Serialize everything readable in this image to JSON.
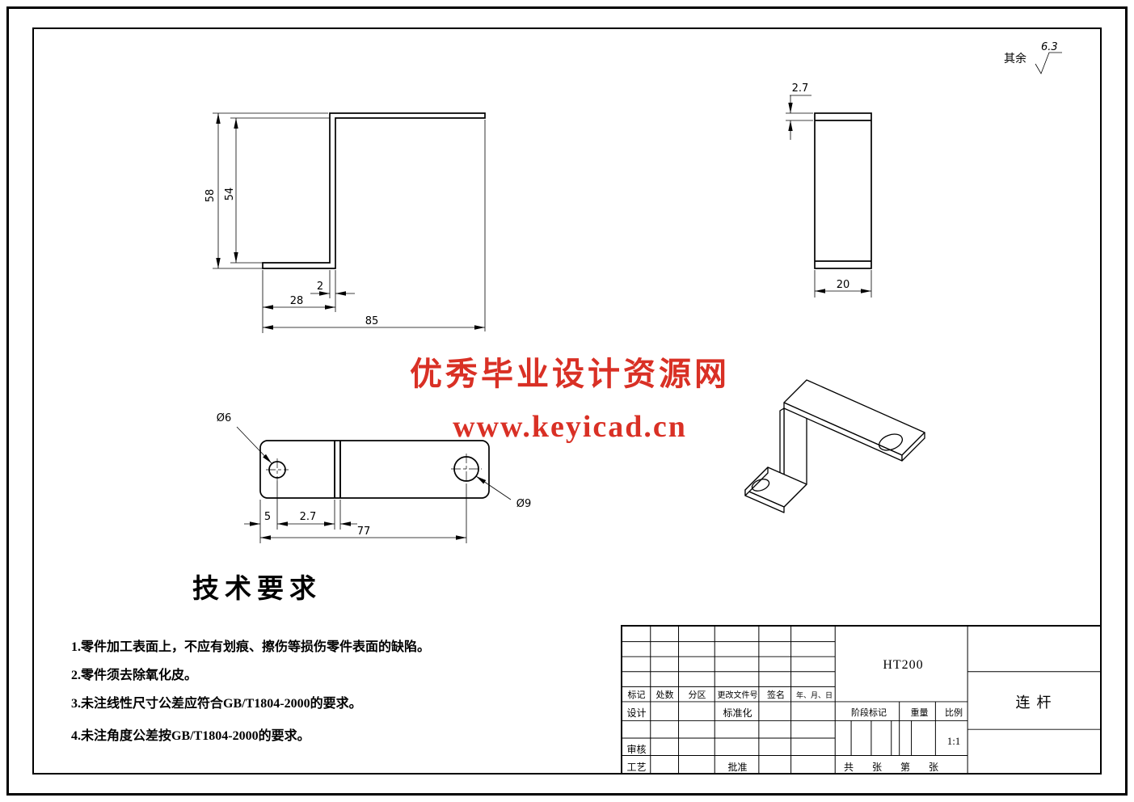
{
  "finish_note": {
    "prefix": "其余",
    "value": "6.3"
  },
  "watermark": {
    "line1": "优秀毕业设计资源网",
    "line2": "www.keyicad.cn",
    "color": "#d93025"
  },
  "dimensions": {
    "front": {
      "total_height": "58",
      "inner_height": "54",
      "thickness": "2",
      "flange": "28",
      "total_width": "85"
    },
    "side": {
      "thickness": "2.7",
      "width": "20"
    },
    "top": {
      "left_hole_dia": "Ø6",
      "right_hole_dia": "Ø9",
      "edge_offset": "5",
      "bend_width": "2.7",
      "span": "77"
    }
  },
  "tech_requirements": {
    "title": "技术要求",
    "items": [
      "1.零件加工表面上，不应有划痕、擦伤等损伤零件表面的缺陷。",
      "2.零件须去除氧化皮。",
      "3.未注线性尺寸公差应符合GB/T1804-2000的要求。",
      "4.未注角度公差按GB/T1804-2000的要求。"
    ]
  },
  "title_block": {
    "material": "HT200",
    "part_name": "连杆",
    "header_row": [
      "标记",
      "处数",
      "分区",
      "更改文件号",
      "签名",
      "年、月、日"
    ],
    "labels": {
      "design": "设计",
      "standardization": "标准化",
      "check": "审核",
      "process": "工艺",
      "approve": "批准",
      "stage": "阶段标记",
      "weight": "重量",
      "scale": "比例"
    },
    "scale_value": "1:1",
    "sheet_row": [
      "共",
      "张",
      "第",
      "张"
    ]
  }
}
